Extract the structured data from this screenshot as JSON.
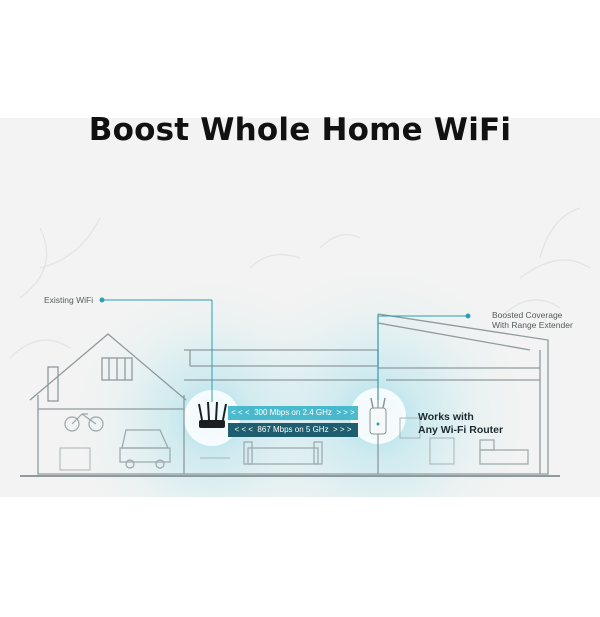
{
  "header": {
    "title": "Boost Whole Home WiFi"
  },
  "labels": {
    "existing_wifi": "Existing WiFi",
    "boosted_line1": "Boosted Coverage",
    "boosted_line2": "With Range Extender",
    "works_line1": "Works with",
    "works_line2": "Any Wi-Fi Router"
  },
  "speeds": {
    "band_24": "300 Mbps on 2.4 GHz",
    "band_5": "867 Mbps on 5 GHz",
    "arrows_left": "< < <",
    "arrows_right": "> > >"
  },
  "colors": {
    "accent": "#2a9fb8",
    "speed_bar_dark": "#1f5e6e",
    "speed_bar_light": "#3bb3c8",
    "wifi_glow": "#bfe6ee",
    "outline": "#8f9a9e"
  },
  "icons": [
    "router-icon",
    "range-extender-icon",
    "house-outline-icon",
    "bicycle-icon",
    "car-icon",
    "sofa-icon",
    "bed-icon",
    "tree-branches-icon"
  ]
}
